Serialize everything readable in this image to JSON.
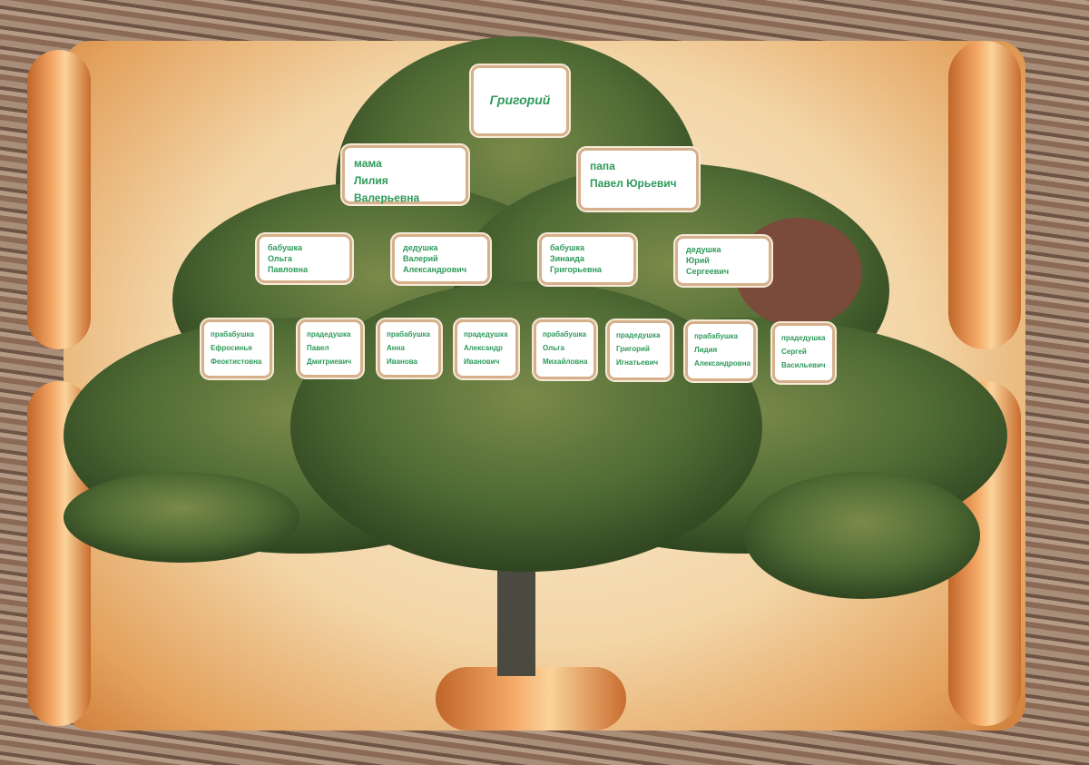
{
  "child": {
    "name": "Григорий"
  },
  "parents": [
    {
      "role": "мама",
      "name": "Лилия Валерьевна"
    },
    {
      "role": "папа",
      "name": "Павел Юрьевич"
    }
  ],
  "grandparents": [
    {
      "role": "бабушка",
      "lines": [
        "Ольга",
        "Павловна"
      ]
    },
    {
      "role": "дедушка",
      "lines": [
        "Валерий",
        "Александрович"
      ]
    },
    {
      "role": "бабушка",
      "lines": [
        "Зинаида",
        "Григорьевна"
      ]
    },
    {
      "role": "дедушка",
      "lines": [
        "Юрий",
        "Сергеевич"
      ]
    }
  ],
  "great_grandparents": [
    {
      "role": "прабабушка",
      "lines": [
        "Ефросинья",
        "Феоктистовна"
      ]
    },
    {
      "role": "прадедушка",
      "lines": [
        "Павел",
        "Дмитриевич"
      ]
    },
    {
      "role": "прабабушка",
      "lines": [
        "Анна",
        "Иванова"
      ]
    },
    {
      "role": "прадедушка",
      "lines": [
        "Александр",
        "Иванович"
      ]
    },
    {
      "role": "прабабушка",
      "lines": [
        "Ольга",
        "Михайловна"
      ]
    },
    {
      "role": "прадедушка",
      "lines": [
        "Григорий",
        "Игнатьевич"
      ]
    },
    {
      "role": "прабабушка",
      "lines": [
        "Лидия",
        "Александровна"
      ]
    },
    {
      "role": "прадедушка",
      "lines": [
        "Сергей",
        "Васильевич"
      ]
    }
  ],
  "colors": {
    "text": "#2e9a5a",
    "card_border": "#d6b08a",
    "parchment": "#f3d5a6",
    "foliage": "#4f6b34"
  }
}
